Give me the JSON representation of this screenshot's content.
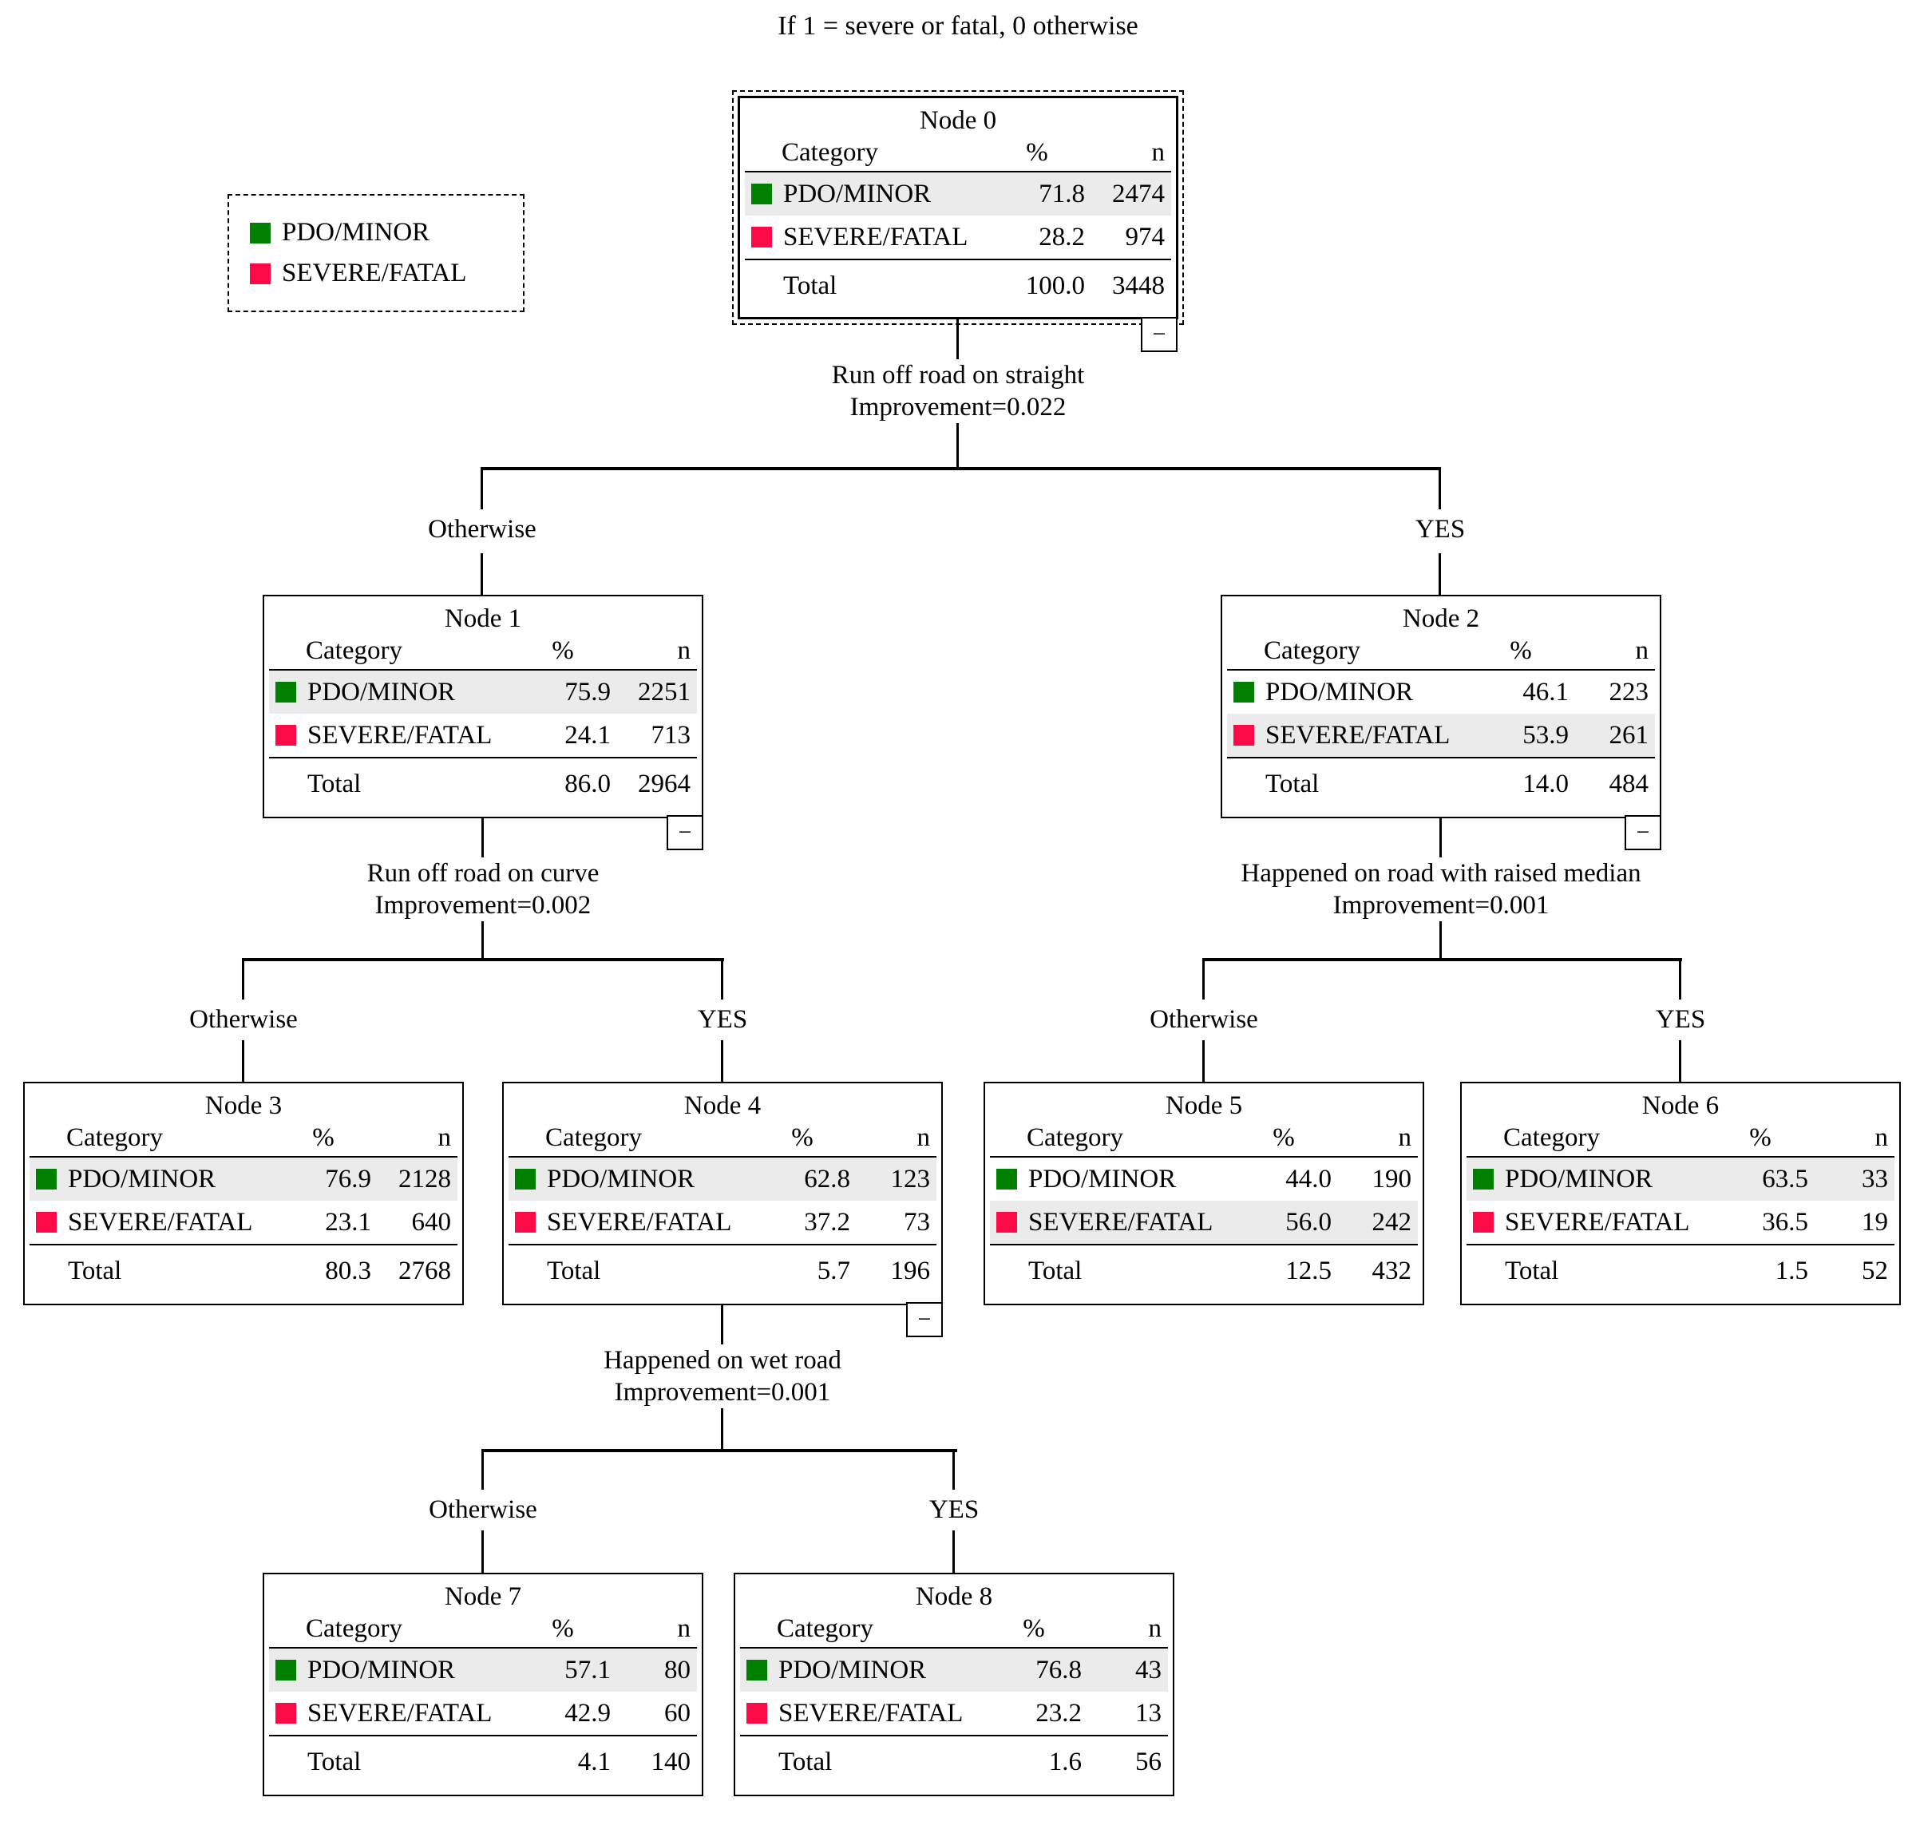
{
  "title": "If 1 = severe or fatal, 0 otherwise",
  "legend": {
    "items": [
      {
        "label": "PDO/MINOR",
        "color": "#008000"
      },
      {
        "label": "SEVERE/FATAL",
        "color": "#FA0A46"
      }
    ]
  },
  "colors": {
    "green": "#008000",
    "red": "#FA0A46",
    "row_highlight": "#EBEBEB"
  },
  "table": {
    "category_header": "Category",
    "percent_header": "%",
    "n_header": "n",
    "total_label": "Total"
  },
  "collapse_glyph": "−",
  "nodes": [
    {
      "title": "Node 0",
      "selected": true,
      "collapsible": true,
      "rows": [
        {
          "category": "PDO/MINOR",
          "color": "#008000",
          "percent": "71.8",
          "n": "2474",
          "highlight": true
        },
        {
          "category": "SEVERE/FATAL",
          "color": "#FA0A46",
          "percent": "28.2",
          "n": "974",
          "highlight": false
        }
      ],
      "total": {
        "percent": "100.0",
        "n": "3448"
      }
    },
    {
      "title": "Node 1",
      "selected": false,
      "collapsible": true,
      "rows": [
        {
          "category": "PDO/MINOR",
          "color": "#008000",
          "percent": "75.9",
          "n": "2251",
          "highlight": true
        },
        {
          "category": "SEVERE/FATAL",
          "color": "#FA0A46",
          "percent": "24.1",
          "n": "713",
          "highlight": false
        }
      ],
      "total": {
        "percent": "86.0",
        "n": "2964"
      }
    },
    {
      "title": "Node 2",
      "selected": false,
      "collapsible": true,
      "rows": [
        {
          "category": "PDO/MINOR",
          "color": "#008000",
          "percent": "46.1",
          "n": "223",
          "highlight": false
        },
        {
          "category": "SEVERE/FATAL",
          "color": "#FA0A46",
          "percent": "53.9",
          "n": "261",
          "highlight": true
        }
      ],
      "total": {
        "percent": "14.0",
        "n": "484"
      }
    },
    {
      "title": "Node 3",
      "selected": false,
      "collapsible": false,
      "rows": [
        {
          "category": "PDO/MINOR",
          "color": "#008000",
          "percent": "76.9",
          "n": "2128",
          "highlight": true
        },
        {
          "category": "SEVERE/FATAL",
          "color": "#FA0A46",
          "percent": "23.1",
          "n": "640",
          "highlight": false
        }
      ],
      "total": {
        "percent": "80.3",
        "n": "2768"
      }
    },
    {
      "title": "Node 4",
      "selected": false,
      "collapsible": true,
      "rows": [
        {
          "category": "PDO/MINOR",
          "color": "#008000",
          "percent": "62.8",
          "n": "123",
          "highlight": true
        },
        {
          "category": "SEVERE/FATAL",
          "color": "#FA0A46",
          "percent": "37.2",
          "n": "73",
          "highlight": false
        }
      ],
      "total": {
        "percent": "5.7",
        "n": "196"
      }
    },
    {
      "title": "Node 5",
      "selected": false,
      "collapsible": false,
      "rows": [
        {
          "category": "PDO/MINOR",
          "color": "#008000",
          "percent": "44.0",
          "n": "190",
          "highlight": false
        },
        {
          "category": "SEVERE/FATAL",
          "color": "#FA0A46",
          "percent": "56.0",
          "n": "242",
          "highlight": true
        }
      ],
      "total": {
        "percent": "12.5",
        "n": "432"
      }
    },
    {
      "title": "Node 6",
      "selected": false,
      "collapsible": false,
      "rows": [
        {
          "category": "PDO/MINOR",
          "color": "#008000",
          "percent": "63.5",
          "n": "33",
          "highlight": true
        },
        {
          "category": "SEVERE/FATAL",
          "color": "#FA0A46",
          "percent": "36.5",
          "n": "19",
          "highlight": false
        }
      ],
      "total": {
        "percent": "1.5",
        "n": "52"
      }
    },
    {
      "title": "Node 7",
      "selected": false,
      "collapsible": false,
      "rows": [
        {
          "category": "PDO/MINOR",
          "color": "#008000",
          "percent": "57.1",
          "n": "80",
          "highlight": true
        },
        {
          "category": "SEVERE/FATAL",
          "color": "#FA0A46",
          "percent": "42.9",
          "n": "60",
          "highlight": false
        }
      ],
      "total": {
        "percent": "4.1",
        "n": "140"
      }
    },
    {
      "title": "Node 8",
      "selected": false,
      "collapsible": false,
      "rows": [
        {
          "category": "PDO/MINOR",
          "color": "#008000",
          "percent": "76.8",
          "n": "43",
          "highlight": true
        },
        {
          "category": "SEVERE/FATAL",
          "color": "#FA0A46",
          "percent": "23.2",
          "n": "13",
          "highlight": false
        }
      ],
      "total": {
        "percent": "1.6",
        "n": "56"
      }
    }
  ],
  "splits": [
    {
      "variable": "Run off road on straight",
      "improvement": "Improvement=0.022"
    },
    {
      "variable": "Run off road on curve",
      "improvement": "Improvement=0.002"
    },
    {
      "variable": "Happened on road with raised median",
      "improvement": "Improvement=0.001"
    },
    {
      "variable": "Happened on wet road",
      "improvement": "Improvement=0.001"
    }
  ],
  "branches": [
    {
      "label": "Otherwise"
    },
    {
      "label": "YES"
    },
    {
      "label": "Otherwise"
    },
    {
      "label": "YES"
    },
    {
      "label": "Otherwise"
    },
    {
      "label": "YES"
    },
    {
      "label": "Otherwise"
    },
    {
      "label": "YES"
    }
  ]
}
